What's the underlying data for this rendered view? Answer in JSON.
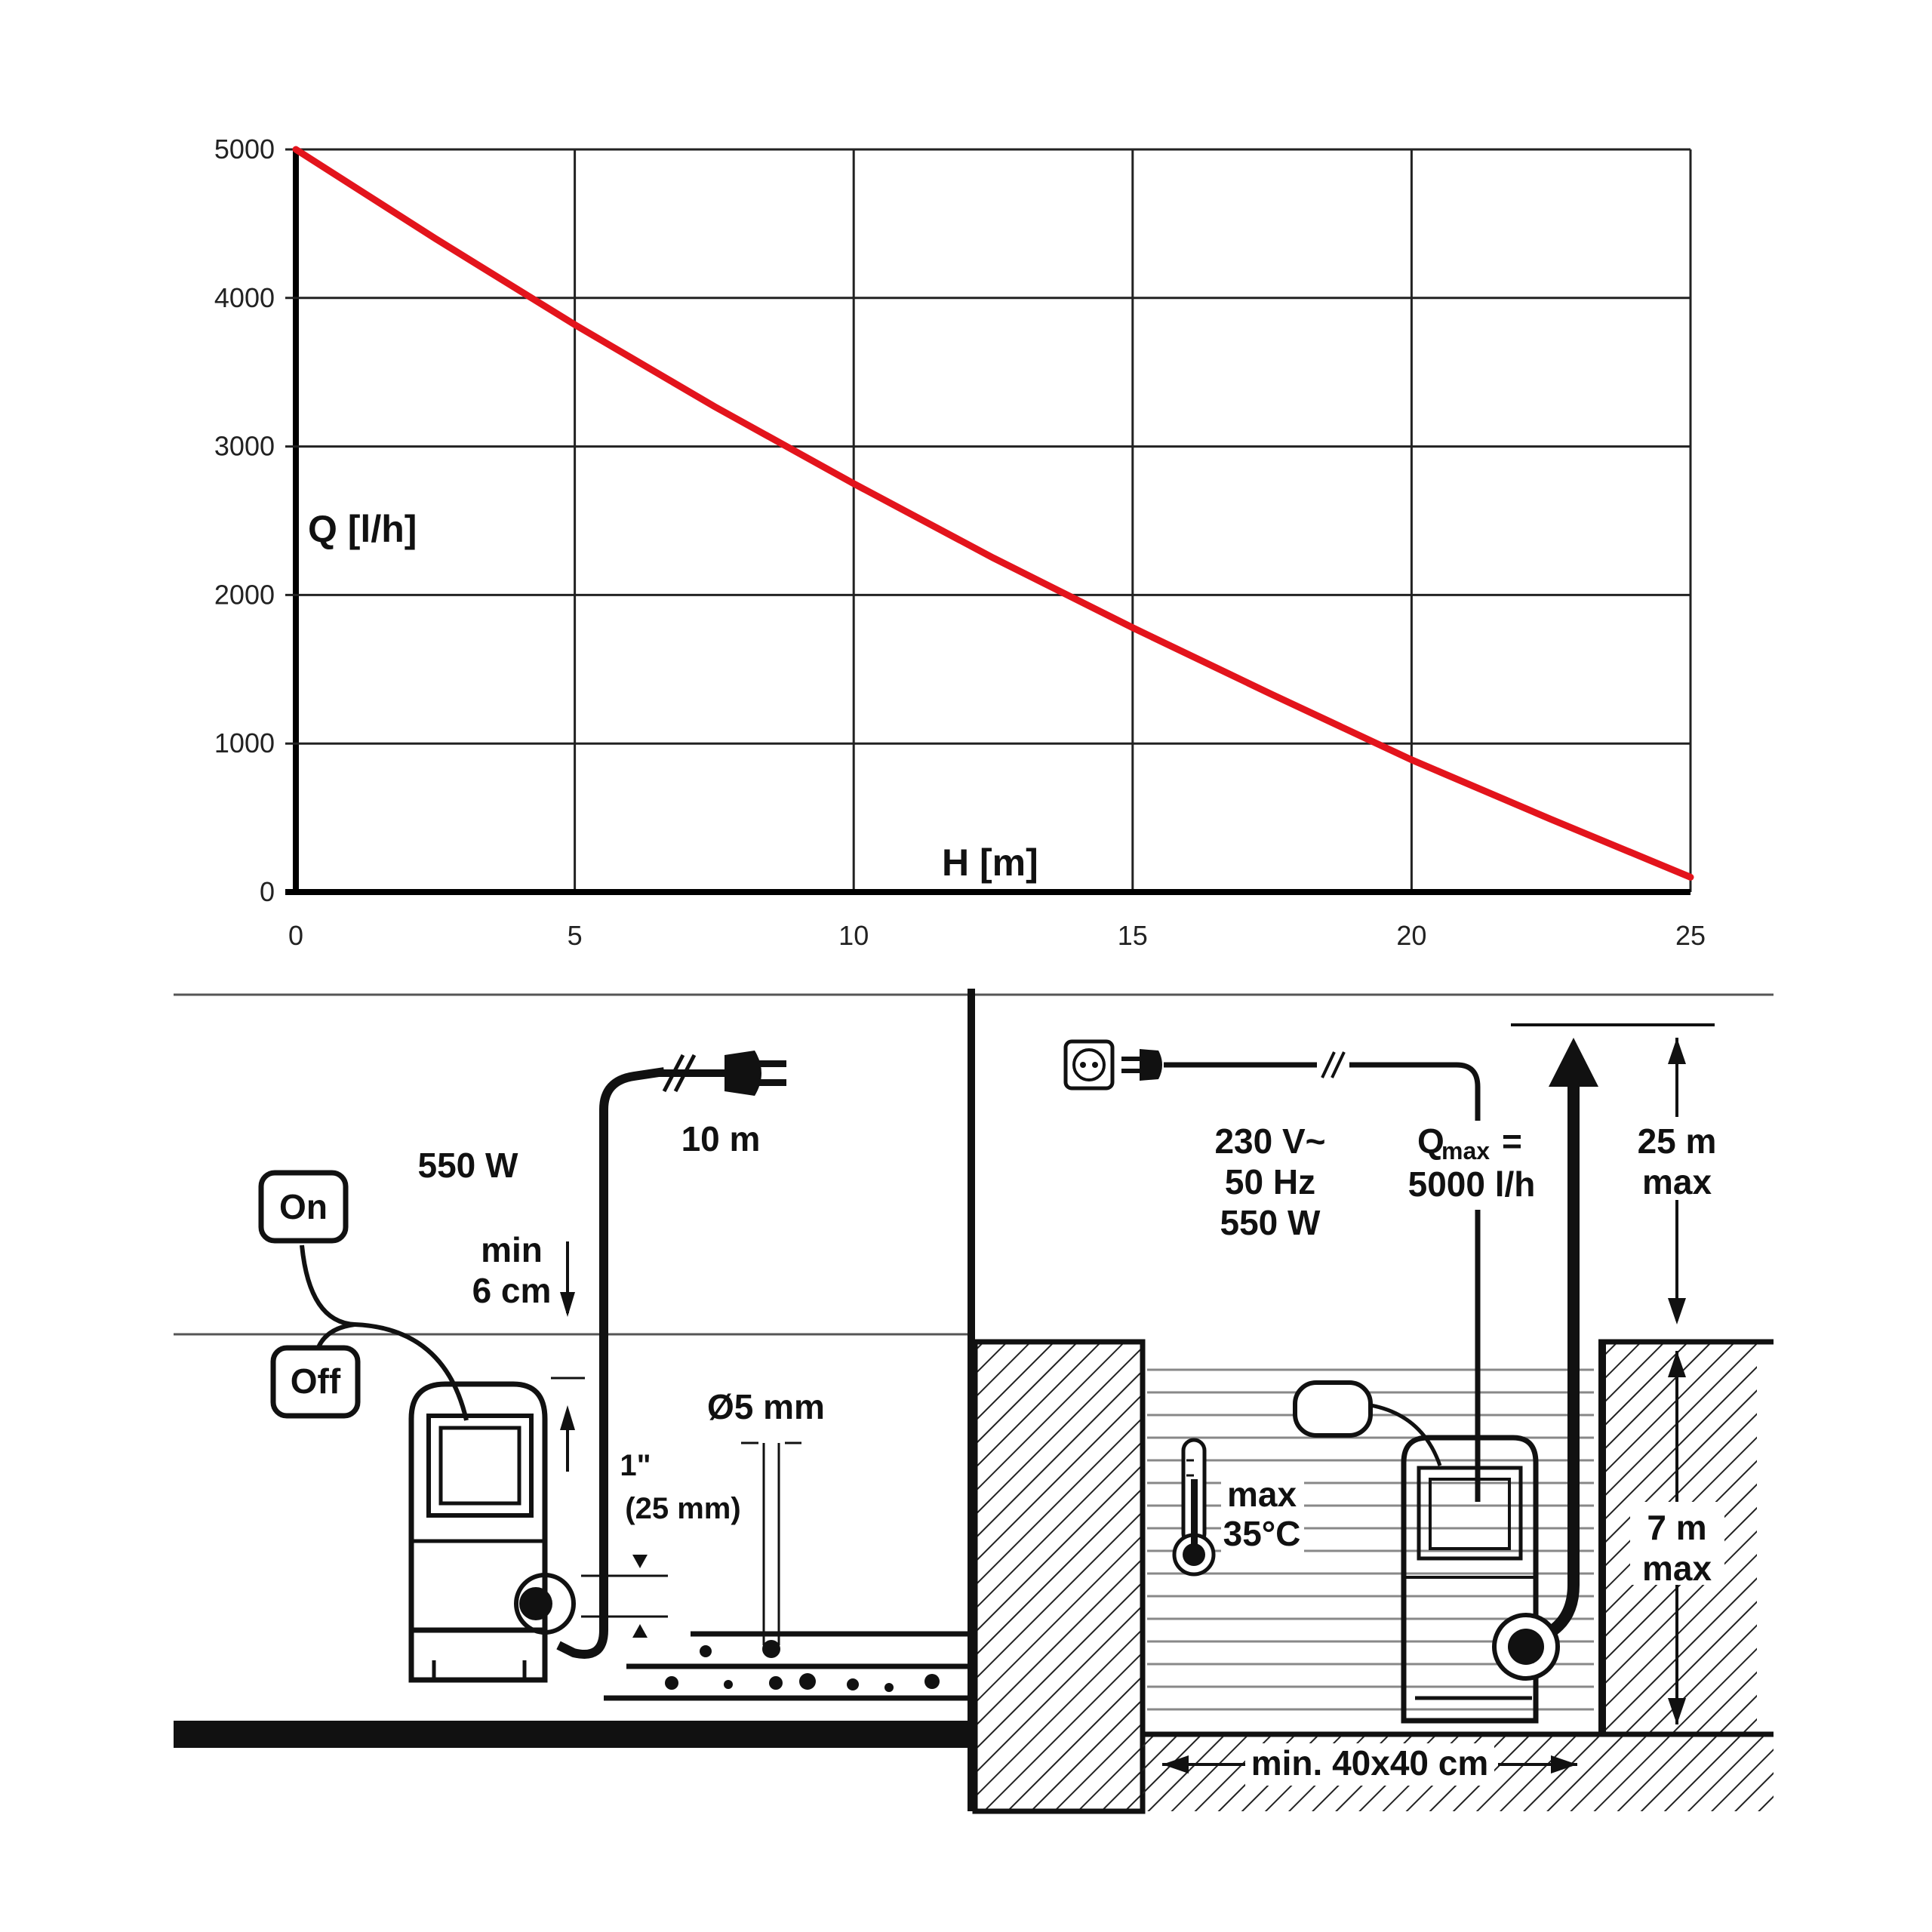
{
  "chart_data": {
    "type": "line",
    "xlabel": "H [m]",
    "ylabel": "Q [l/h]",
    "xlim": [
      0,
      25
    ],
    "ylim": [
      0,
      5000
    ],
    "x_ticks": [
      "0",
      "5",
      "10",
      "15",
      "20",
      "25"
    ],
    "y_ticks": [
      "0",
      "1000",
      "2000",
      "3000",
      "4000",
      "5000"
    ],
    "grid": true,
    "series": [
      {
        "color": "#e3141c",
        "x": [
          0,
          2.5,
          5,
          7.5,
          10,
          12.5,
          15,
          17.5,
          20,
          22.5,
          25
        ],
        "values": [
          5000,
          4400,
          3820,
          3270,
          2750,
          2250,
          1780,
          1330,
          890,
          490,
          100
        ]
      }
    ]
  },
  "left_diagram": {
    "power": "550 W",
    "cable_length": "10 m",
    "switch_on": "On",
    "switch_off": "Off",
    "min_line1": "min",
    "min_line2": "6 cm",
    "thread_line1": "1\"",
    "thread_line2": "(25 mm)",
    "particle_size": "Ø5 mm"
  },
  "right_diagram": {
    "voltage": "230 V~",
    "frequency": "50 Hz",
    "power": "550 W",
    "qmax_label": "Q",
    "qmax_sub": "max",
    "qmax_eq": "=",
    "qmax_value": "5000 l/h",
    "head_line1": "25 m",
    "head_line2": "max",
    "depth_line1": "7 m",
    "depth_line2": "max",
    "temp_line1": "max",
    "temp_line2": "35°C",
    "shaft_size": "min. 40x40 cm"
  },
  "colors": {
    "curve": "#e3141c",
    "ink": "#111111"
  }
}
